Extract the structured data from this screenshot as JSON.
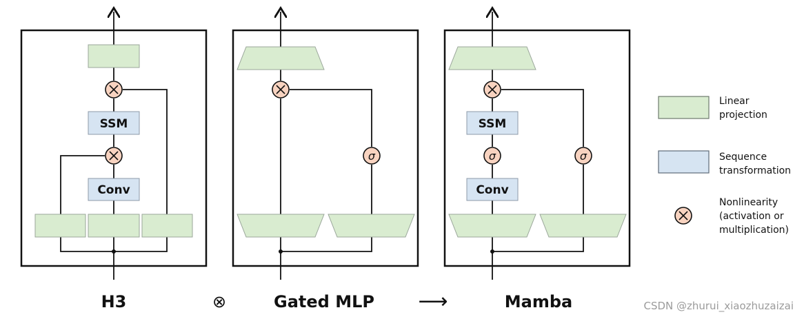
{
  "blocks": {
    "h3": {
      "name": "H3",
      "ssm": "SSM",
      "conv": "Conv"
    },
    "gated_mlp": {
      "name": "Gated MLP",
      "sigma": "σ"
    },
    "mamba": {
      "name": "Mamba",
      "ssm": "SSM",
      "conv": "Conv",
      "sigma": "σ"
    }
  },
  "operators": {
    "combine": "⊗",
    "arrow": "⟶"
  },
  "legend": {
    "linear_projection": "Linear projection",
    "linear_projection_lines": [
      "Linear",
      "projection"
    ],
    "sequence_transformation": "Sequence transformation",
    "sequence_transformation_lines": [
      "Sequence",
      "transformation"
    ],
    "nonlinearity": "Nonlinearity (activation or multiplication)",
    "nonlinearity_lines": [
      "Nonlinearity",
      "(activation or",
      "multiplication)"
    ]
  },
  "watermark": "CSDN @zhurui_xiaozhuzaizai",
  "colors": {
    "linear": "#d9ecd0",
    "linear_border": "#9aa69a",
    "sequence": "#d6e4f2",
    "sequence_border": "#8d9aa8",
    "nonlinearity": "#f8d3c0",
    "stroke": "#111111"
  }
}
